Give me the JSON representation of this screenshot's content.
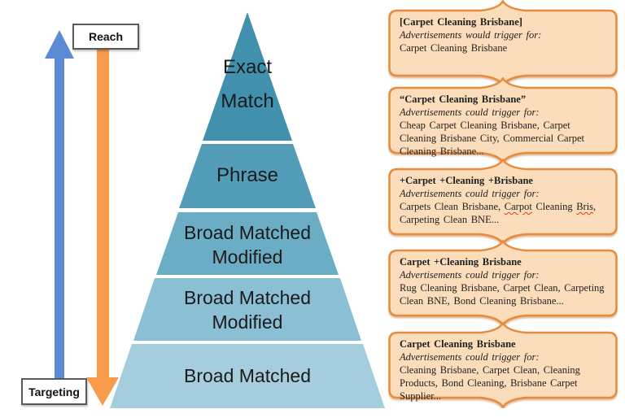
{
  "left_axis": {
    "reach_label": "Reach",
    "targeting_label": "Targeting",
    "reach_arrow_color": "#5b8bd5",
    "targeting_arrow_color": "#f89b4b"
  },
  "pyramid": {
    "levels": [
      {
        "name": "Exact Match",
        "line1": "Exact",
        "line2": "Match",
        "color": "#4190ad"
      },
      {
        "name": "Phrase",
        "line1": "Phrase",
        "line2": "",
        "color": "#539db9"
      },
      {
        "name": "Broad Matched Modified",
        "line1": "Broad Matched",
        "line2": "Modified",
        "color": "#6cadc6"
      },
      {
        "name": "Broad Matched Modified",
        "line1": "Broad Matched",
        "line2": "Modified",
        "color": "#8bbfd3"
      },
      {
        "name": "Broad Matched",
        "line1": "Broad Matched",
        "line2": "",
        "color": "#a6cddd"
      }
    ]
  },
  "callout_style": {
    "fill": "#fbdcbb",
    "border": "#e78b3d"
  },
  "callouts": [
    {
      "title": "[Carpet Cleaning Brisbane]",
      "subtitle": "Advertisements would trigger for:",
      "body": "Carpet Cleaning Brisbane"
    },
    {
      "title": "“Carpet Cleaning Brisbane”",
      "subtitle": "Advertisements could trigger for:",
      "body": "Cheap Carpet Cleaning Brisbane, Carpet Cleaning Brisbane City, Commercial Carpet Cleaning Brisbane..."
    },
    {
      "title": "+Carpet +Cleaning +Brisbane",
      "subtitle": "Advertisements could trigger for:",
      "body_pre": "Carpets Clean Brisbane, ",
      "body_misspell1": "Carpot",
      "body_mid": " Cleaning ",
      "body_misspell2": "Bris",
      "body_post": ", Carpeting Clean BNE..."
    },
    {
      "title": "Carpet +Cleaning Brisbane",
      "subtitle": "Advertisements could trigger for:",
      "body": "Rug Cleaning Brisbane, Carpet Clean, Carpeting Clean BNE, Bond Cleaning Brisbane..."
    },
    {
      "title": "Carpet Cleaning Brisbane",
      "subtitle": "Advertisements could trigger for:",
      "body": "Cleaning Brisbane, Carpet Clean, Cleaning Products, Bond Cleaning, Brisbane Carpet Supplier..."
    }
  ]
}
